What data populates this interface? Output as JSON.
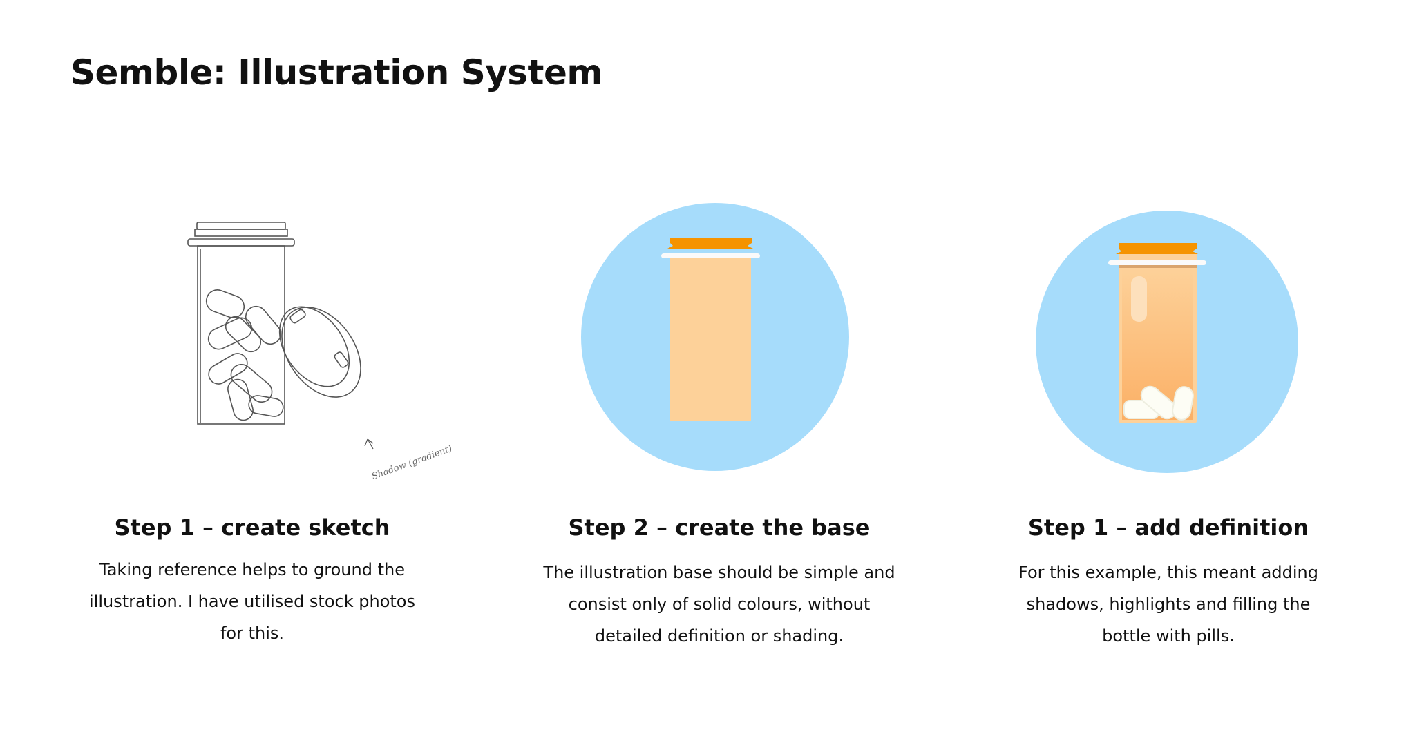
{
  "page": {
    "title": "Semble: Illustration System"
  },
  "steps": [
    {
      "heading": "Step 1 – create sketch",
      "body": "Taking reference helps to ground the illustration. I have utilised stock photos for this.",
      "illustration": "pencil-sketch-pill-bottle",
      "sketch_note": "Shadow (gradient)"
    },
    {
      "heading": "Step 2 – create the base",
      "body": "The illustration base should be simple and consist only of solid colours, without detailed definition or shading.",
      "illustration": "flat-pill-bottle"
    },
    {
      "heading": "Step 1 – add definition",
      "body": "For this example, this meant adding shadows, highlights and filling the bottle with pills.",
      "illustration": "detailed-pill-bottle"
    }
  ],
  "colors": {
    "circle": "#a6dcfb",
    "cap": "#f59300",
    "bottle": "#fdd199",
    "band": "#fafafa",
    "pill": "#fdfdf5"
  }
}
